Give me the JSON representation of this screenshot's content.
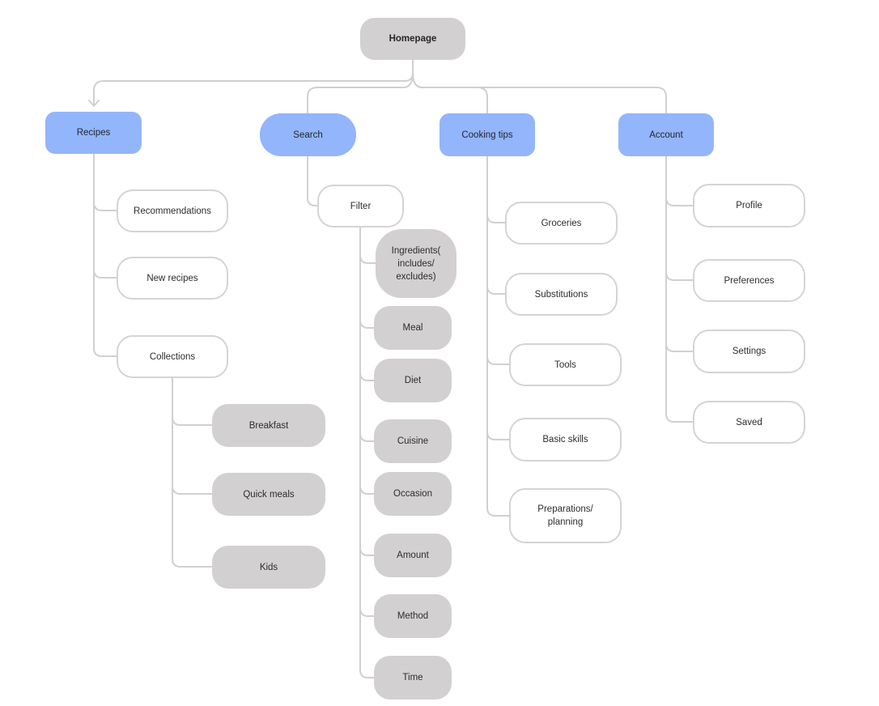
{
  "colors": {
    "root_fill": "#d2d0d1",
    "category_fill": "#93b5fb",
    "leaf_fill": "#ffffff",
    "leaf_border": "#d4d4d4",
    "subitem_fill": "#d2d0d1",
    "connector": "#d0d0d0"
  },
  "root": {
    "label": "Homepage"
  },
  "recipes": {
    "label": "Recipes",
    "items": [
      "Recommendations",
      "New recipes",
      "Collections"
    ],
    "collections": [
      "Breakfast",
      "Quick meals",
      "Kids"
    ]
  },
  "search": {
    "label": "Search",
    "filter": "Filter",
    "filter_items": [
      "Ingredients(\nincludes/\nexcludes)",
      "Meal",
      "Diet",
      "Cuisine",
      "Occasion",
      "Amount",
      "Method",
      "Time"
    ]
  },
  "cooking_tips": {
    "label": "Cooking tips",
    "items": [
      "Groceries",
      "Substitutions",
      "Tools",
      "Basic skills",
      "Preparations/\nplanning"
    ]
  },
  "account": {
    "label": "Account",
    "items": [
      "Profile",
      "Preferences",
      "Settings",
      "Saved"
    ]
  }
}
